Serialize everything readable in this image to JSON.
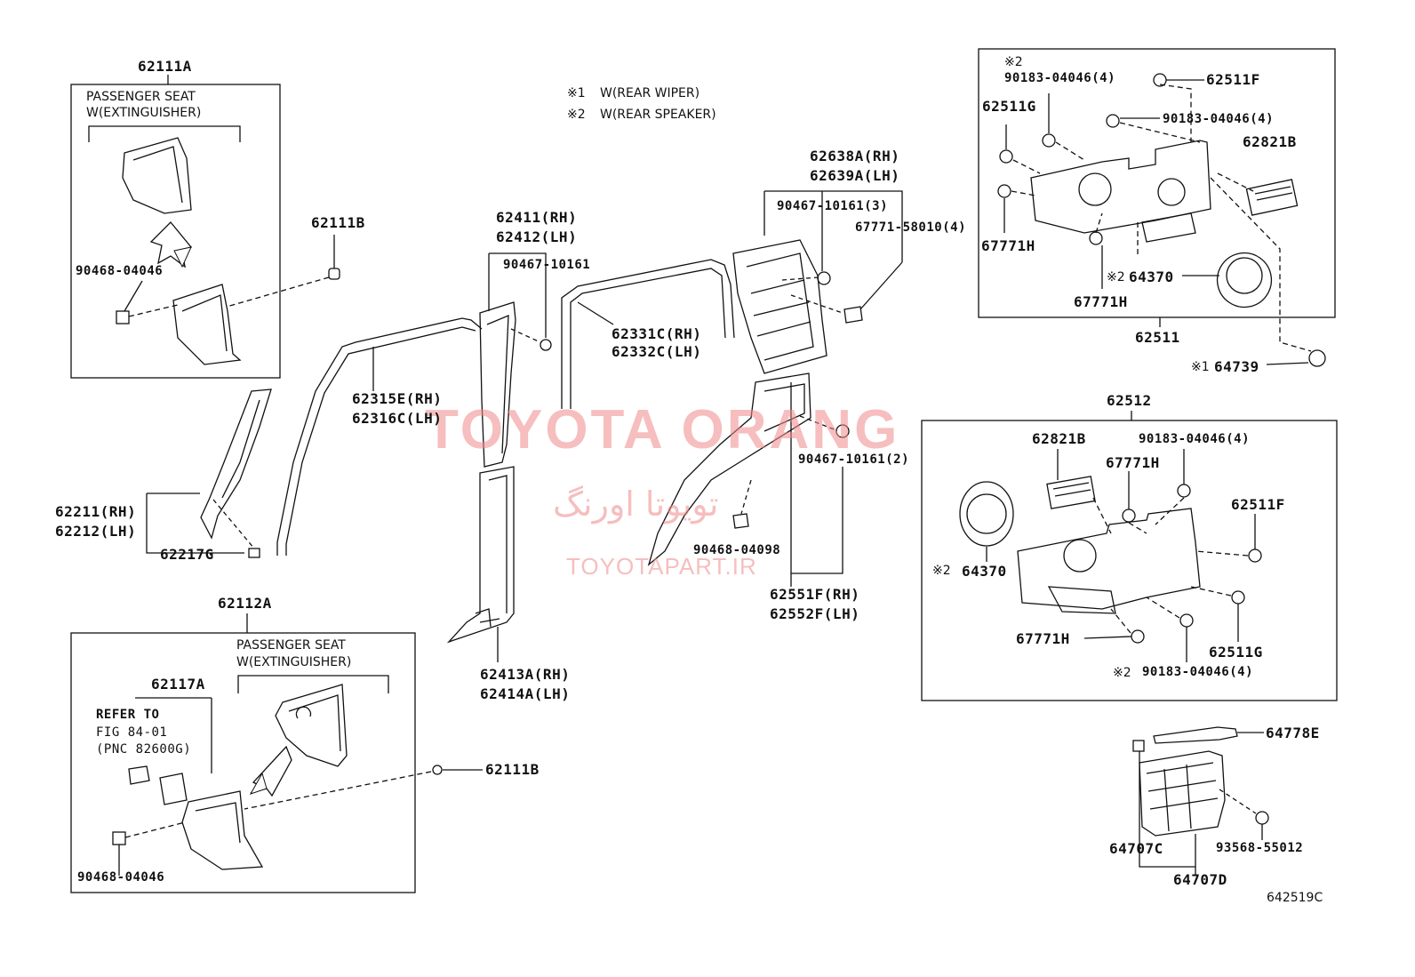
{
  "notes": {
    "n1_sym": "※1",
    "n1_text": "W(REAR WIPER)",
    "n2_sym": "※2",
    "n2_text": "W(REAR SPEAKER)"
  },
  "watermark": {
    "main": "TOYOTA ORANG",
    "farsi": "تویوتا اورنگ",
    "url": "TOYOTAPART.IR"
  },
  "boxes": {
    "b1_title": "62111A",
    "b1_caption1": "PASSENGER SEAT",
    "b1_caption2": "W(EXTINGUISHER)",
    "b2_title": "62112A",
    "b2_caption1": "PASSENGER SEAT",
    "b2_caption2": "W(EXTINGUISHER)",
    "b3_title": "62511",
    "b4_title": "62512"
  },
  "refer": {
    "line1": "REFER TO",
    "line2": "FIG 84-01",
    "line3": "(PNC 82600G)"
  },
  "parts": {
    "p90468_04046_a": "90468-04046",
    "p62111B_a": "62111B",
    "p62211": "62211(RH)",
    "p62212": "62212(LH)",
    "p62217G": "62217G",
    "p62117A": "62117A",
    "p62111B_b": "62111B",
    "p90468_04046_b": "90468-04046",
    "p62315E": "62315E(RH)",
    "p62316C": "62316C(LH)",
    "p62411": "62411(RH)",
    "p62412": "62412(LH)",
    "p90467_10161": "90467-10161",
    "p62413A": "62413A(RH)",
    "p62414A": "62414A(LH)",
    "p62331C": "62331C(RH)",
    "p62332C": "62332C(LH)",
    "p62638A": "62638A(RH)",
    "p62639A": "62639A(LH)",
    "p90467_10161_3": "90467-10161(3)",
    "p67771_58010": "67771-58010(4)",
    "p90467_10161_2": "90467-10161(2)",
    "p90468_04098": "90468-04098",
    "p62551F": "62551F(RH)",
    "p62552F": "62552F(LH)",
    "b3_9018_a": "90183-04046(4)",
    "b3_62511F": "62511F",
    "b3_62511G": "62511G",
    "b3_9018_b": "90183-04046(4)",
    "b3_62821B": "62821B",
    "b3_67771H_a": "67771H",
    "b3_64370": "64370",
    "b3_67771H_b": "67771H",
    "p64739": "64739",
    "b4_62821B": "62821B",
    "b4_9018_a": "90183-04046(4)",
    "b4_67771H_a": "67771H",
    "b4_62511F": "62511F",
    "b4_64370": "64370",
    "b4_67771H_b": "67771H",
    "b4_62511G": "62511G",
    "b4_9018_b": "90183-04046(4)",
    "p64778E": "64778E",
    "p64707C": "64707C",
    "p93568_55012": "93568-55012",
    "p64707D": "64707D"
  },
  "figure_code": "642519C"
}
